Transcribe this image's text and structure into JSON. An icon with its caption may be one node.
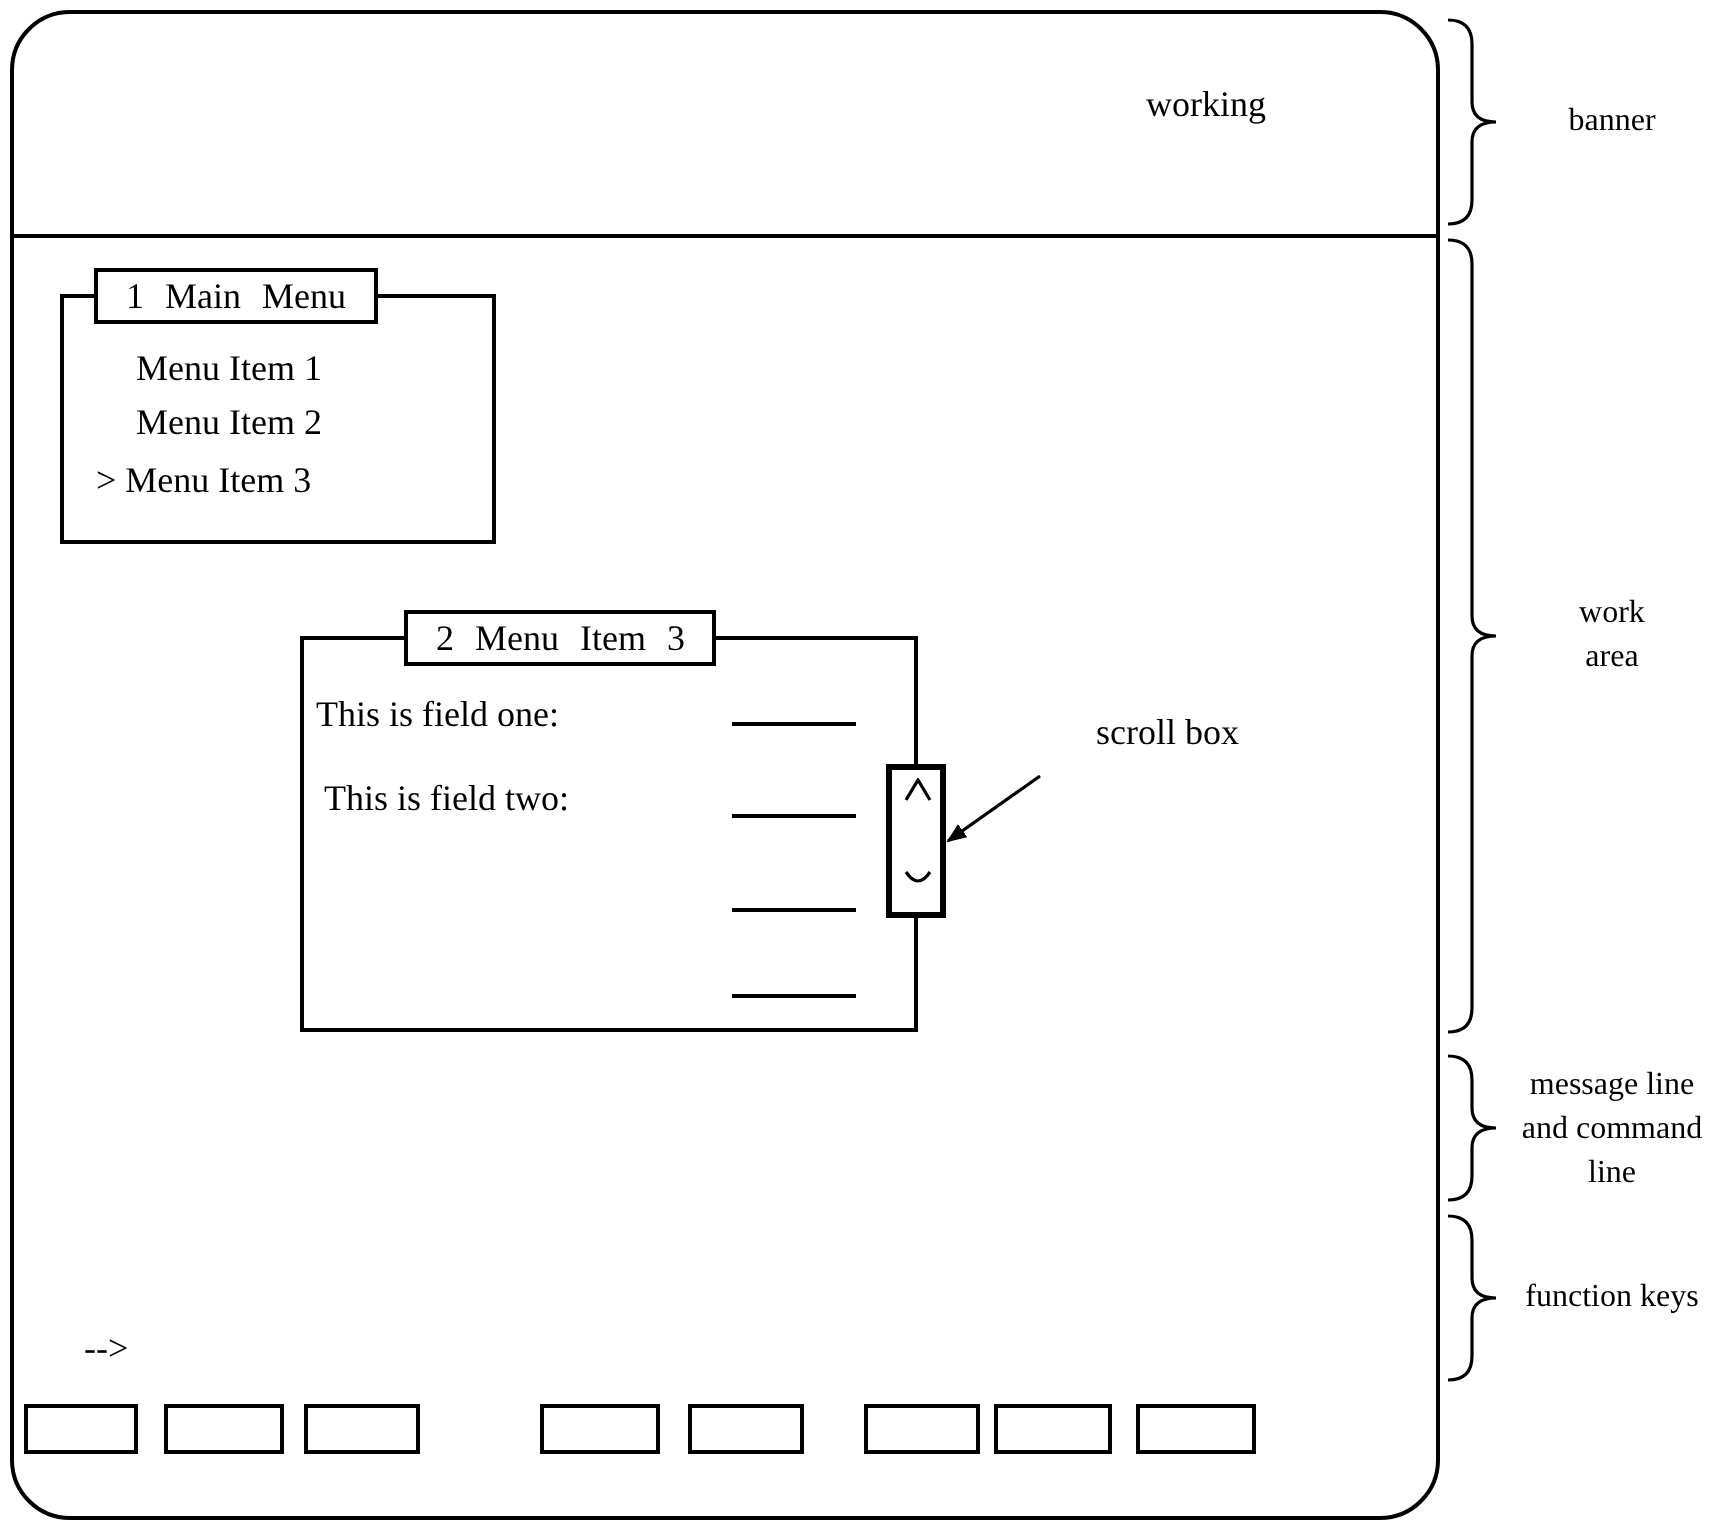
{
  "diagram": {
    "nodes": [
      {
        "text": [],
        "shape": "box"
      },
      {
        "text": [
          "1 Main Menu",
          "Menu Item 1",
          "Menu Item 2",
          "> Menu Item 3"
        ],
        "in": 0
      },
      {
        "text": [
          "2 Menu Item 3",
          "This is field one:",
          "This is field two:"
        ],
        "in": 0
      },
      {
        "text": [],
        "shape": "bar",
        "in": 0
      },
      {
        "text": [
          "scroll box"
        ],
        "in": 0
      },
      {
        "text": [],
        "shape": "box",
        "in": 0
      },
      {
        "text": [],
        "shape": "box",
        "in": 0
      },
      {
        "text": [],
        "shape": "box",
        "in": 0
      },
      {
        "text": [],
        "shape": "box",
        "in": 0
      },
      {
        "text": [],
        "shape": "box",
        "in": 0
      },
      {
        "text": [],
        "shape": "box",
        "in": 0
      },
      {
        "text": [],
        "shape": "box",
        "in": 0
      },
      {
        "text": [],
        "shape": "box",
        "in": 0
      }
    ],
    "edges": [
      {
        "from": 4,
        "to": 3,
        "arrow": "to"
      }
    ],
    "labels": [
      "working",
      "banner",
      "work area",
      "message line and command line",
      "-->",
      "function keys"
    ]
  }
}
